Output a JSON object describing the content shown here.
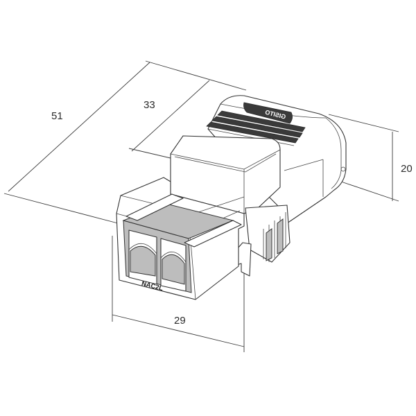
{
  "dimensions": {
    "length": "51",
    "inner_length": "33",
    "height": "20",
    "width": "29"
  },
  "labels": {
    "model": "NAC2L",
    "brand": "GISITO"
  }
}
